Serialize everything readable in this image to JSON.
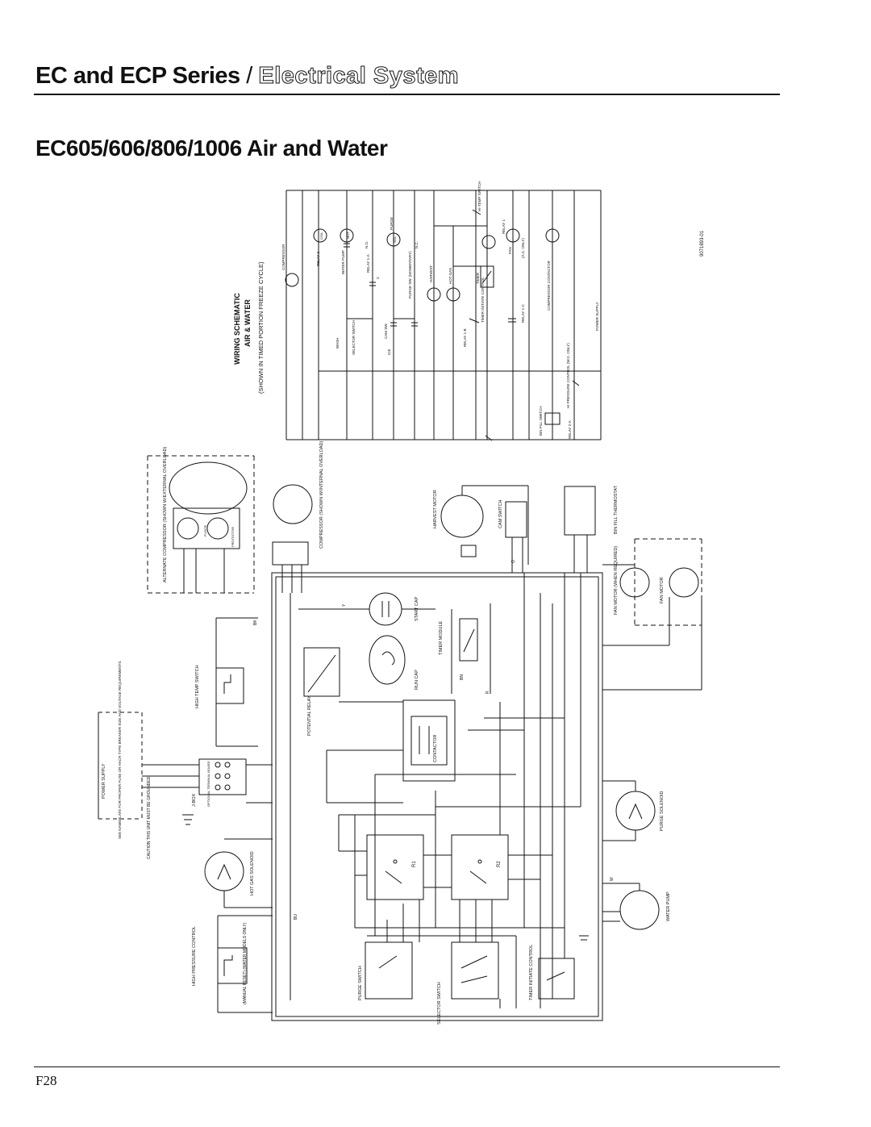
{
  "header": {
    "series": "EC and ECP Series",
    "separator": "/",
    "section": "Electrical System"
  },
  "subtitle": "EC605/606/806/1006 Air and Water",
  "schematic": {
    "title": "WIRING SCHEMATIC",
    "subtitle": "AIR & WATER",
    "note": "(SHOWN IN TIMED PORTION FREEZE CYCLE)",
    "part_number": "9071893-01",
    "power_supply": "POWER SUPPLY",
    "labels": {
      "compressor": "COMPRESSOR",
      "relay2": "RELAY 2",
      "water_pump": "WATER PUMP",
      "relay_1a": "RELAY 1-A",
      "purge": "PURGE",
      "purge_sw": "PURGE SW. (MOMENTARY)",
      "harvest": "HARVEST",
      "hot_gas": "HOT GAS",
      "timer": "TIMER",
      "timer_initiate": "TIMER INITIATE CONTROL",
      "relay1": "RELAY 1",
      "fan": "FAN",
      "ac_only": "(A.C. ONLY)",
      "compressor_contactor": "COMPRESSOR CONTACTOR",
      "wash": "WASH",
      "selector_switch": "SELECTOR SWITCH",
      "cam_sw": "CAM SW.",
      "ice": "ICE",
      "relay_1b": "RELAY 1-B",
      "relay_1c": "RELAY 1-C",
      "hi_temp": "HI-TEMP SWITCH",
      "hi_pressure": "HI PRESSURE CONTROL (W.C. ONLY)",
      "bin_fill": "BIN FILL SWITCH",
      "relay_2a": "RELAY 2-A",
      "no": "N.O.",
      "nc": "N.C.",
      "c": "C",
      "mot": "MOT",
      "coil": "COIL",
      "sol": "SOL"
    }
  },
  "wiring": {
    "alt_compressor": "ALTERNATE COMPRESSOR (SHOWN W/EXTERNAL OVERLOAD)",
    "compressor": "COMPRESSOR (SHOWN W/INTERNAL OVERLOAD)",
    "fuse": "FUSITE",
    "protector": "PROTECTOR",
    "harvest_motor": "HARVEST MOTOR",
    "cam_switch": "CAM SWITCH",
    "bin_fill_thermostat": "BIN FILL THERMOSTAT",
    "fan_motor_when_required": "FAN MOTOR (WHEN REQUIRED)",
    "fan_motor": "FAN MOTOR",
    "start_cap": "START CAP",
    "run_cap": "RUN CAP",
    "timer_module": "TIMER MODULE",
    "potential_relay": "POTENTIAL RELAY",
    "contactor": "CONTACTOR",
    "high_temp_switch": "HIGH TEMP SWITCH",
    "power_supply_note": "POWER SUPPLY",
    "power_supply_detail": "SEE NAMEPLATE FOR PROPER FUSE OR HACR TYPE BREAKER SIZE AND VOLTAGE REQUIREMENTS.",
    "jbox": "J-BOX",
    "optional_terminal": "OPTIONAL TERMINAL BOARD",
    "caution": "CAUTION THIS UNIT MUST BE GROUNDED",
    "hot_gas_solenoid": "HOT GAS SOLENOID",
    "purge_solenoid": "PURGE SOLENOID",
    "water_pump": "WATER PUMP",
    "high_pressure_control": "HIGH PRESSURE CONTROL",
    "manual_reset": "(MANUAL RESET) (WATER MODELS ONLY)",
    "purge_switch": "PURGE SWITCH",
    "selector_switch": "SELECTOR SWITCH",
    "timer_initiate_control": "TIMER INITIATE CONTROL",
    "relay_r1": "R1",
    "relay_r2": "R2",
    "wire_colors": [
      "BK",
      "BU",
      "R",
      "Y",
      "O",
      "BN",
      "W"
    ]
  },
  "footer": {
    "page": "F28"
  }
}
